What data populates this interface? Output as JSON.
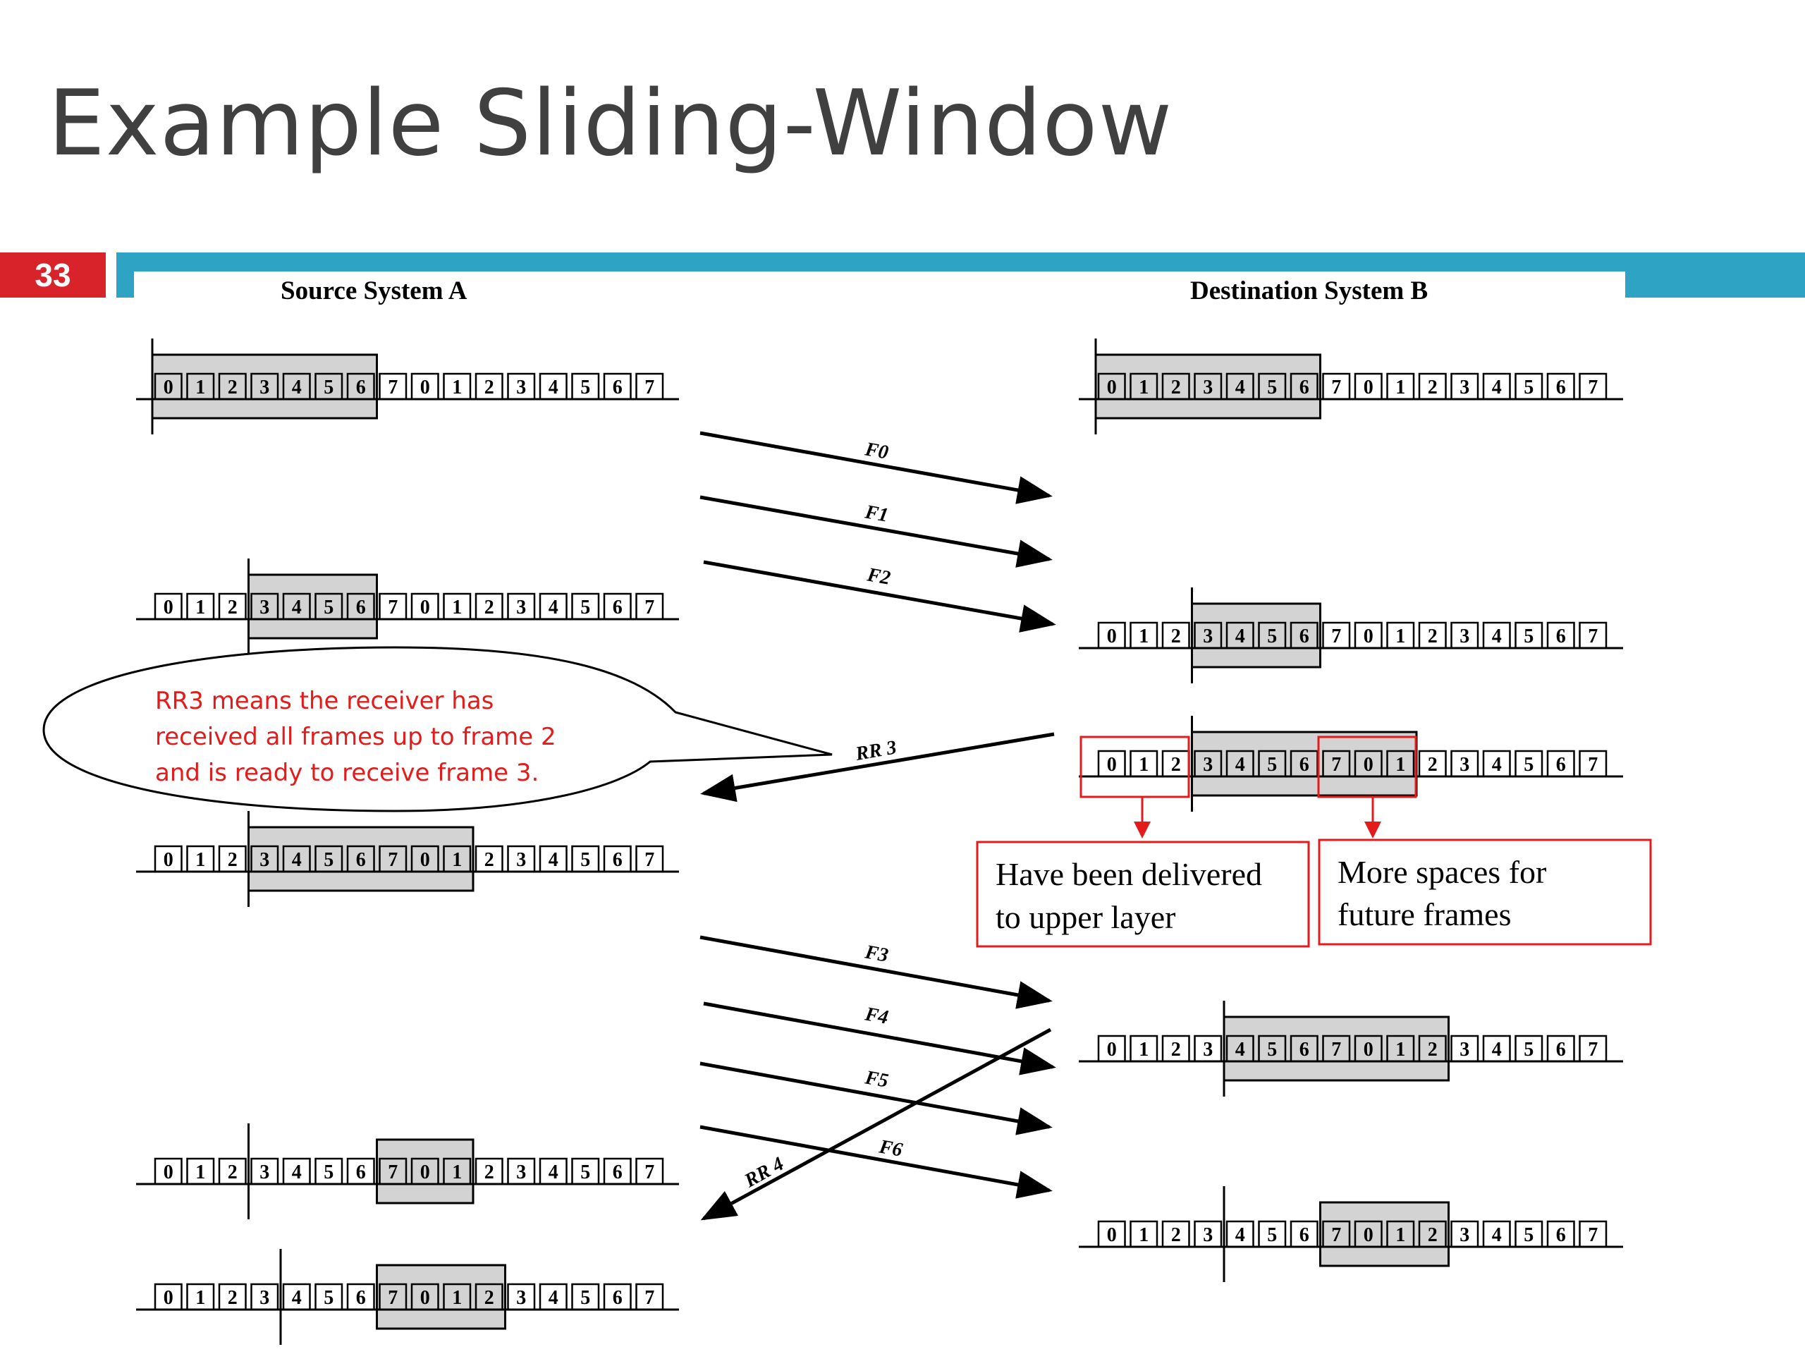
{
  "slide": {
    "title": "Example Sliding-Window",
    "number": "33"
  },
  "colors": {
    "accent_bar": "#2ea3c4",
    "number_badge": "#d9232a",
    "window_fill": "#d3d3d3",
    "annotation_red": "#e31b1b"
  },
  "diagram": {
    "source_label": "Source System A",
    "destination_label": "Destination System B",
    "sequence": [
      "0",
      "1",
      "2",
      "3",
      "4",
      "5",
      "6",
      "7",
      "0",
      "1",
      "2",
      "3",
      "4",
      "5",
      "6",
      "7"
    ],
    "source_states": [
      {
        "window_start": 0,
        "window_end": 6,
        "pointer_before": 0
      },
      {
        "window_start": 3,
        "window_end": 6,
        "pointer_before": 3
      },
      {
        "window_start": 3,
        "window_end": 9,
        "pointer_before": 3
      },
      {
        "window_start": 7,
        "window_end": 9,
        "pointer_before": 3
      },
      {
        "window_start": 7,
        "window_end": 10,
        "pointer_before": 4
      }
    ],
    "destination_states": [
      {
        "window_start": 0,
        "window_end": 6,
        "pointer_before": 0
      },
      {
        "window_start": 3,
        "window_end": 6,
        "pointer_before": 3
      },
      {
        "window_start": 3,
        "window_end": 9,
        "pointer_before": 3
      },
      {
        "window_start": 4,
        "window_end": 10,
        "pointer_before": 4
      },
      {
        "window_start": 7,
        "window_end": 10,
        "pointer_before": 4
      }
    ],
    "messages": [
      {
        "label": "F0",
        "direction": "A to B"
      },
      {
        "label": "F1",
        "direction": "A to B"
      },
      {
        "label": "F2",
        "direction": "A to B"
      },
      {
        "label": "RR 3",
        "direction": "B to A"
      },
      {
        "label": "F3",
        "direction": "A to B"
      },
      {
        "label": "F4",
        "direction": "A to B"
      },
      {
        "label": "F5",
        "direction": "A to B"
      },
      {
        "label": "F6",
        "direction": "A to B"
      },
      {
        "label": "RR 4",
        "direction": "B to A"
      }
    ],
    "bubble_lines": [
      "RR3 means the receiver has",
      "received all frames up to frame 2",
      "and is ready to receive frame 3."
    ],
    "delivered_box_lines": [
      "Have been delivered",
      "to upper layer"
    ],
    "future_box_lines": [
      "More spaces for",
      "future frames"
    ]
  }
}
